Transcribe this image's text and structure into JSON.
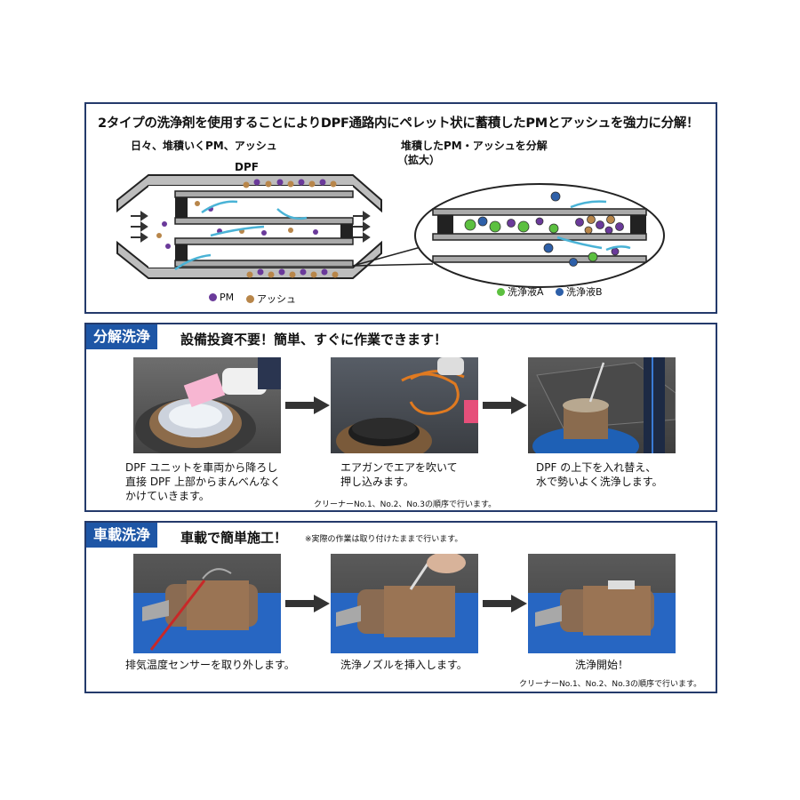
{
  "intro": {
    "headline": "2タイプの洗浄剤を使用することによりDPF通路内にペレット状に蓄積したPMとアッシュを強力に分解！",
    "left_sub": "日々、堆積いくPM、アッシュ",
    "dpf_label": "DPF",
    "right_sub_line1": "堆積したPM・アッシュを分解",
    "right_sub_line2": "（拡大）",
    "legend_pm": "PM",
    "legend_ash": "アッシュ",
    "legend_a": "洗浄液A",
    "legend_b": "洗浄液B",
    "colors": {
      "pm": "#6a3a9a",
      "ash": "#b8864a",
      "cleaner_a": "#5cc040",
      "cleaner_b": "#2d5fa8",
      "flow": "#4ab3d6"
    }
  },
  "section1": {
    "tag": "分解洗浄",
    "title": "設備投資不要！簡単、すぐに作業できます！",
    "steps": [
      {
        "line1": "DPF ユニットを車両から降ろし",
        "line2": "直接 DPF 上部からまんべんなく",
        "line3": "かけていきます。"
      },
      {
        "line1": "エアガンでエアを吹いて",
        "line2": "押し込みます。"
      },
      {
        "line1": "DPF の上下を入れ替え、",
        "line2": "水で勢いよく洗浄します。"
      }
    ],
    "note": "クリーナーNo.1、No.2、No.3の順序で行います。"
  },
  "section2": {
    "tag": "車載洗浄",
    "title": "車載で簡単施工！",
    "title_note": "※実際の作業は取り付けたままで行います。",
    "steps": [
      {
        "line1": "排気温度センサーを取り外します。"
      },
      {
        "line1": "洗浄ノズルを挿入します。"
      },
      {
        "line1": "洗浄開始！"
      }
    ],
    "note": "クリーナーNo.1、No.2、No.3の順序で行います。"
  },
  "colors": {
    "border": "#243a6b",
    "tag_bg": "#1e56a6"
  }
}
